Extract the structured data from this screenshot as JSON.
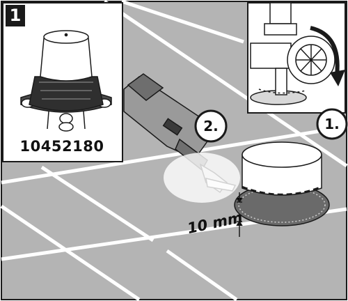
{
  "step_number": "1",
  "part_number": "10452180",
  "sub_steps": {
    "first": "1.",
    "second": "2."
  },
  "measurement": "10 mm",
  "colors": {
    "floor": "#b4b4b4",
    "grout": "#ffffff",
    "outline": "#1a1a1a"
  },
  "icons": [
    "drain-body-part",
    "shutoff-valve",
    "rotation-arrow",
    "oscillating-multitool",
    "drain-cylinder"
  ]
}
